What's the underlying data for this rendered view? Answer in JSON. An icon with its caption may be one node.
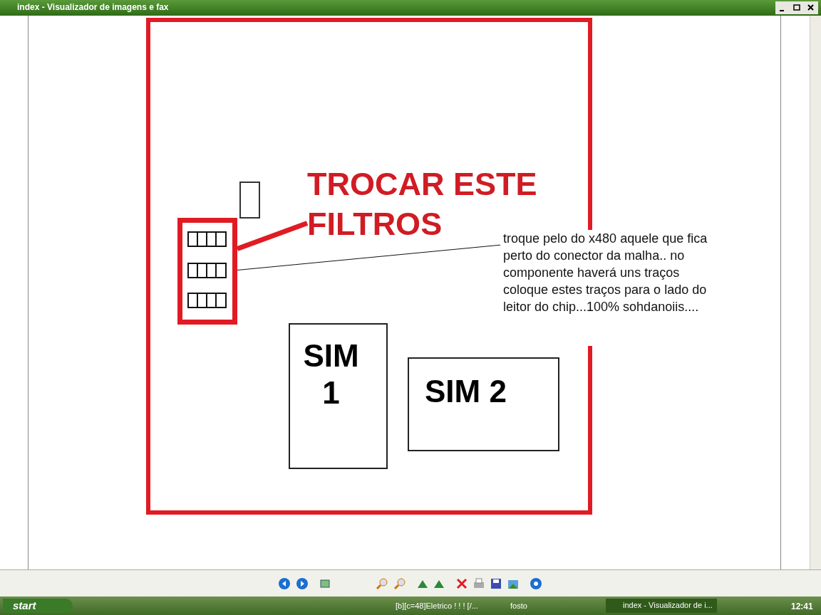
{
  "diagram": {
    "nodes": [
      {
        "text": [],
        "shape": "box"
      },
      {
        "text": [],
        "shape": "box",
        "in": 0
      },
      {
        "text": [],
        "shape": "box",
        "in": 0
      },
      {
        "text": [
          "TROCAR ESTE FILTROS"
        ],
        "in": 0
      },
      {
        "text": [
          "troque pelo do x480 aquele que fica perto do conector da malha.. no componente haverá uns traços coloque estes traços para o lado do leitor do chip...100% sohdanoiis...."
        ]
      },
      {
        "text": [
          "SIM 1"
        ],
        "in": 0
      },
      {
        "text": [
          "SIM 2"
        ],
        "in": 0
      }
    ],
    "edges": [
      {
        "from": 3,
        "to": 2,
        "arrow": "none",
        "style": "thick",
        "color": "#e01b24"
      },
      {
        "from": 4,
        "to": 2,
        "arrow": "none",
        "color": "#111111"
      }
    ],
    "labels": [
      "index - Visualizador de imagens e fax",
      "start",
      "[b][c=48]Eletrico ! ! ! [/...",
      "fosto",
      "index - Visualizador de i...",
      "12:41"
    ]
  }
}
